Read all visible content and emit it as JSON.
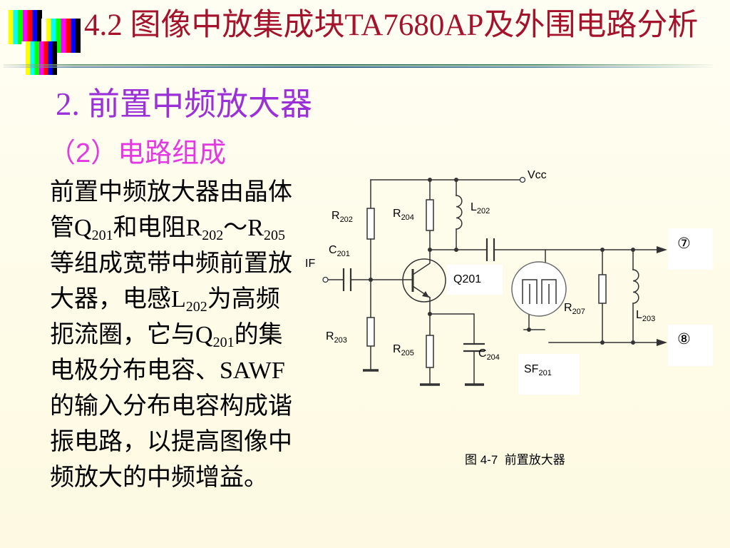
{
  "slide": {
    "title": "4.2 图像中放集成块TA7680AP及外围电路分析",
    "section": "2. 前置中频放大器",
    "subsection": "（2）电路组成"
  },
  "body": {
    "lines": [
      [
        "前置中频放大器由晶体"
      ],
      [
        "管Q",
        "201",
        "和电阻R",
        "202",
        "～R",
        "205"
      ],
      [
        "等组成宽带中频前置放"
      ],
      [
        "大器，电感L",
        "202",
        "为高频"
      ],
      [
        "扼流圈，它与Q",
        "201",
        "的集"
      ],
      [
        "电极分布电容、SAWF"
      ],
      [
        "的输入分布电容构成谐"
      ],
      [
        "振电路，以提高图像中"
      ],
      [
        "频放大的中频增益。"
      ]
    ]
  },
  "diagram": {
    "labels": {
      "vcc": "Vcc",
      "input": "IF",
      "r202": {
        "letter": "R",
        "index": "202"
      },
      "r203": {
        "letter": "R",
        "index": "203"
      },
      "r204": {
        "letter": "R",
        "index": "204"
      },
      "r205": {
        "letter": "R",
        "index": "205"
      },
      "r207": {
        "letter": "R",
        "index": "207"
      },
      "l202": {
        "letter": "L",
        "index": "202"
      },
      "l203": {
        "letter": "L",
        "index": "203"
      },
      "c201": {
        "letter": "C",
        "index": "201"
      },
      "c204": {
        "letter": "C",
        "index": "204"
      },
      "q201": "Q201",
      "sf201": {
        "letter": "SF",
        "index": "201"
      },
      "out7": "⑦",
      "out8": "⑧"
    },
    "caption": "图 4-7  前置放大器"
  },
  "colors": {
    "background": "#FEFCE8",
    "title": "#A4122B",
    "section": "#9B30D9",
    "subsection": "#E339E3",
    "body_text": "#000000",
    "wire": "#333333"
  }
}
